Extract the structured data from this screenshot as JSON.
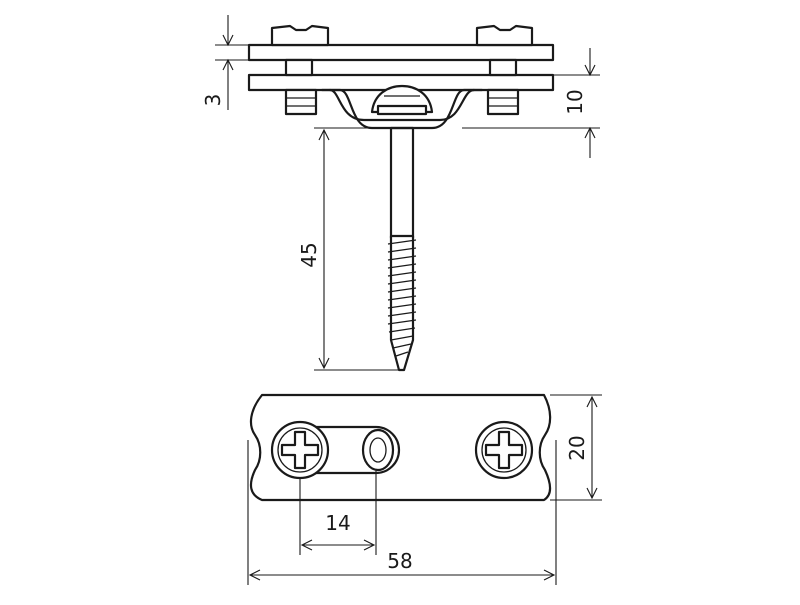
{
  "dimensions": {
    "plate_thickness": "3",
    "clamp_height": "10",
    "screw_length": "45",
    "plate_width": "20",
    "hole_spacing": "14",
    "plate_length": "58"
  }
}
